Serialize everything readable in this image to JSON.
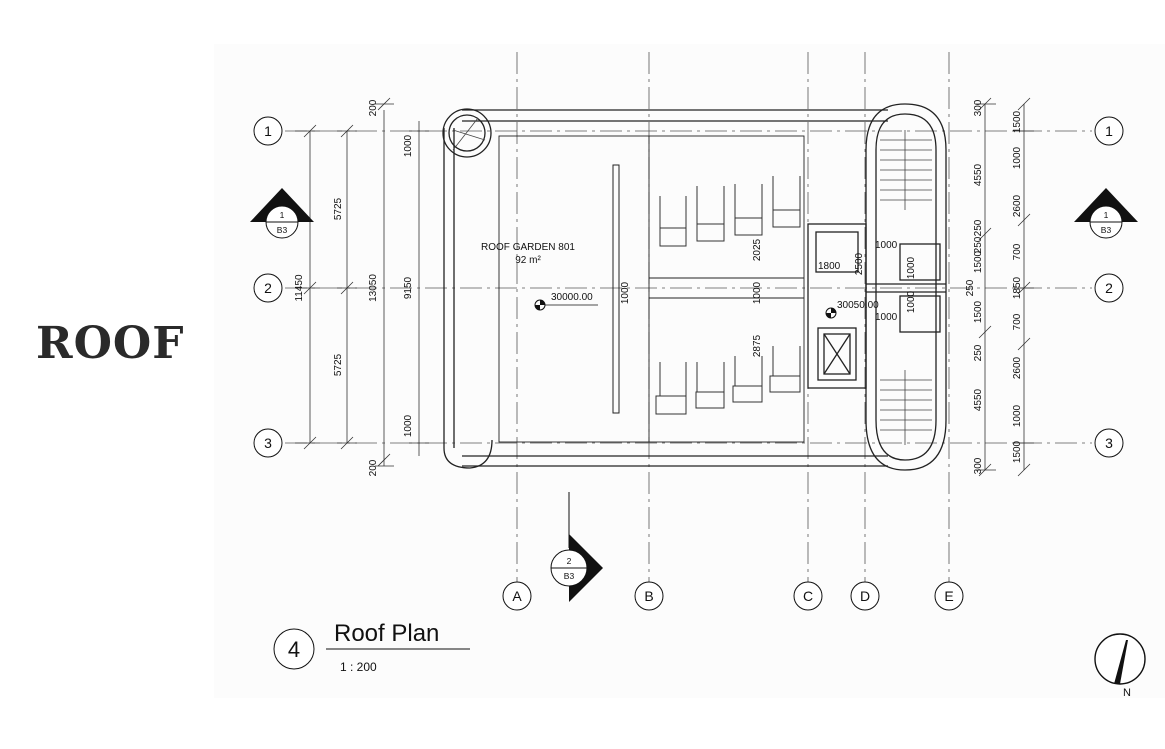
{
  "page_title": "ROOF",
  "view": {
    "number": "4",
    "title": "Roof Plan",
    "scale": "1 : 200"
  },
  "room": {
    "name": "ROOF GARDEN 801",
    "area": "92 m²"
  },
  "levels": {
    "main": "30000.00",
    "stair": "30050.00"
  },
  "grids_h": [
    "1",
    "2",
    "3"
  ],
  "grids_v": [
    "A",
    "B",
    "C",
    "D",
    "E"
  ],
  "sections": [
    {
      "num": "1",
      "sheet": "B3"
    },
    {
      "num": "1",
      "sheet": "B3"
    },
    {
      "num": "2",
      "sheet": "B3"
    }
  ],
  "dims": {
    "left_outer": "11450",
    "left_a": "5725",
    "left_b": "5725",
    "left_c": "13050",
    "left_d": "9150",
    "left_e": "1000",
    "left_f": "1000",
    "left_g": "200",
    "left_h": "200",
    "right_a": "300",
    "right_b": "4550",
    "right_c": "250",
    "right_d": "1500",
    "right_e": "250",
    "right_f": "1500",
    "right_g": "250",
    "right_h": "4550",
    "right_i": "300",
    "right_j": "250",
    "far_a": "1500",
    "far_b": "1000",
    "far_c": "2600",
    "far_d": "700",
    "far_e": "1850",
    "far_f": "700",
    "far_g": "2600",
    "far_h": "1000",
    "far_i": "1500",
    "in_a": "2025",
    "in_b": "1000",
    "in_c": "2875",
    "in_d": "1000",
    "in_e": "1800",
    "in_f": "2500",
    "in_g": "1000",
    "in_h": "1000",
    "in_i": "1000",
    "in_j": "1000"
  },
  "north_label": "N",
  "colors": {
    "ink": "#1a1a1a",
    "title": "#2a2a2a",
    "paper": "#fcfcfc"
  }
}
